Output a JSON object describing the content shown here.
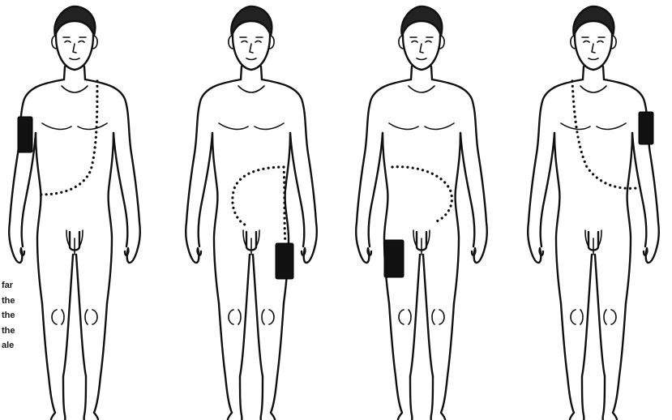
{
  "fragment_text": [
    "far",
    "the",
    "the",
    "the",
    "ale"
  ],
  "figures": [
    {
      "id": "figure-1",
      "mark": "arm",
      "mark_side": "right",
      "tunnel": "chest-right",
      "dark_patch": "upper-arm"
    },
    {
      "id": "figure-2",
      "mark": "thigh",
      "mark_side": "left",
      "tunnel": "lower-abdomen-loop",
      "dark_patch": "thigh"
    },
    {
      "id": "figure-3",
      "mark": "thigh",
      "mark_side": "right",
      "tunnel": "lower-abdomen-loop",
      "dark_patch": "thigh"
    },
    {
      "id": "figure-4",
      "mark": "arm",
      "mark_side": "left",
      "tunnel": "chest-left",
      "dark_patch": "upper-arm"
    }
  ],
  "colors": {
    "line": "#111111",
    "patch": "#111111",
    "background": "#ffffff"
  }
}
